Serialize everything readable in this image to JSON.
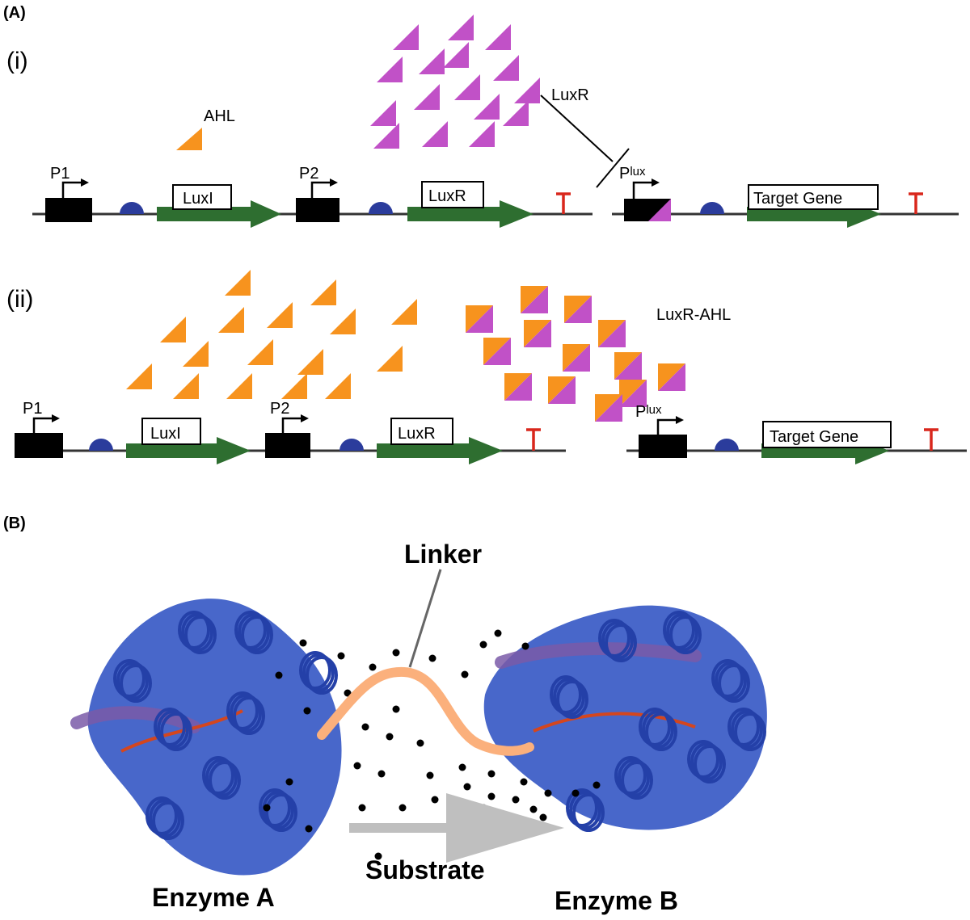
{
  "panel_a": {
    "label": "(A)",
    "sub_i": {
      "label": "(i)",
      "ahl_label": "AHL",
      "luxr_label": "LuxR",
      "genes": {
        "p1": "P1",
        "luxi": "LuxI",
        "p2": "P2",
        "luxr": "LuxR",
        "plux_main": "P",
        "plux_sub": "lux",
        "target": "Target Gene"
      }
    },
    "sub_ii": {
      "label": "(ii)",
      "complex_label": "LuxR-AHL",
      "genes": {
        "p1": "P1",
        "luxi": "LuxI",
        "p2": "P2",
        "luxr": "LuxR",
        "plux_main": "P",
        "plux_sub": "lux",
        "target": "Target Gene"
      }
    }
  },
  "panel_b": {
    "label": "(B)",
    "linker_label": "Linker",
    "substrate_label": "Substrate",
    "enzyme_a_label": "Enzyme A",
    "enzyme_b_label": "Enzyme B"
  },
  "colors": {
    "ahl": "#f7931e",
    "luxr": "#c151c7",
    "gene": "#2e6e30",
    "rbs": "#2b3c9c",
    "terminator": "#d9271c",
    "promoter": "#000000",
    "linker": "#fbb07c",
    "protein": "#2f4fb8",
    "substrate_arrow": "#bfbfbf"
  }
}
